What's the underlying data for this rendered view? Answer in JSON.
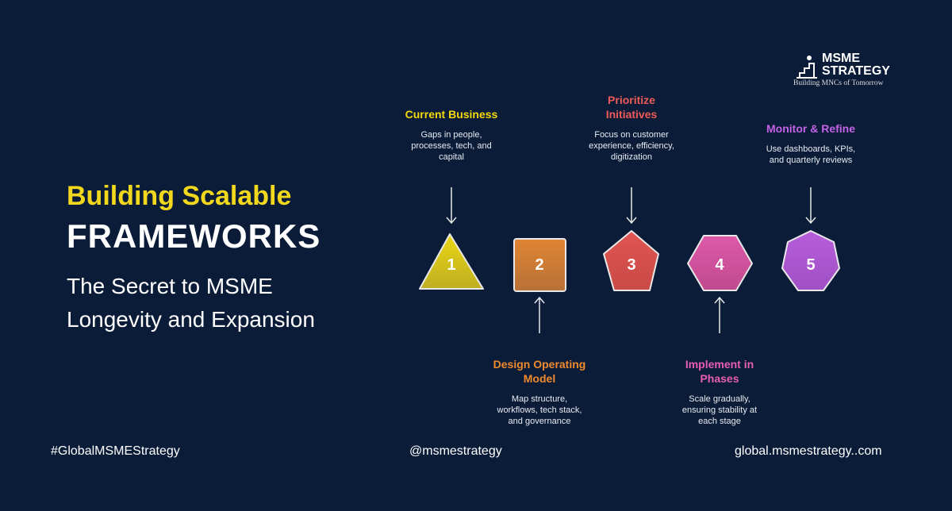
{
  "logo": {
    "line1": "MSME",
    "line2": "STRATEGY",
    "tagline": "Building MNCs of Tomorrow"
  },
  "hero": {
    "title_line1": "Building Scalable",
    "title_line2": "FRAMEWORKS",
    "subtitle": "The Secret to MSME Longevity and Expansion"
  },
  "steps": [
    {
      "number": "1",
      "title": "Current Business",
      "desc": "Gaps in people, processes, tech, and capital",
      "color": "#f5d90a",
      "shape": "triangle"
    },
    {
      "number": "2",
      "title": "Design Operating Model",
      "desc": "Map structure, workflows, tech stack, and governance",
      "color": "#f08a2c",
      "shape": "square"
    },
    {
      "number": "3",
      "title": "Prioritize Initiatives",
      "desc": "Focus on customer experience, efficiency, digitization",
      "color": "#ee5b58",
      "shape": "pentagon"
    },
    {
      "number": "4",
      "title": "Implement in Phases",
      "desc": "Scale gradually, ensuring stability at each stage",
      "color": "#e85fb4",
      "shape": "hexagon"
    },
    {
      "number": "5",
      "title": "Monitor & Refine",
      "desc": "Use dashboards, KPIs, and quarterly reviews",
      "color": "#c462e6",
      "shape": "heptagon"
    }
  ],
  "footer": {
    "hashtag": "#GlobalMSMEStrategy",
    "handle": "@msmestrategy",
    "website": "global.msmestrategy..com"
  }
}
